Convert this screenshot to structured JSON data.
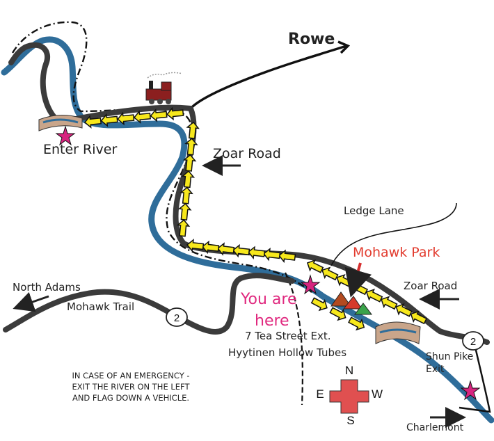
{
  "places": {
    "rowe": "Rowe",
    "enter_river": "Enter River",
    "zoar_road_top": "Zoar Road",
    "ledge_lane": "Ledge Lane",
    "mohawk_park": "Mohawk Park",
    "zoar_road_right": "Zoar Road",
    "north_adams": "North Adams",
    "mohawk_trail": "Mohawk Trail",
    "shun_pike_exit": "Shun Pike\nExit",
    "charlemont": "Charlemont"
  },
  "you_are_here": {
    "line1": "You are",
    "line2": "here",
    "address": "7 Tea Street Ext.",
    "business": "Hyytinen Hollow Tubes"
  },
  "route_shields": [
    "2",
    "2"
  ],
  "compass": {
    "n": "N",
    "s": "S",
    "e": "E",
    "w": "W"
  },
  "emergency_note": "IN CASE OF AN EMERGENCY -\nEXIT THE RIVER ON THE LEFT\nAND FLAG DOWN A VEHICLE.",
  "colors": {
    "river": "#2f6d9a",
    "road": "#3b3b3b",
    "route_arrow": "#f7e81c",
    "star": "#d6247f",
    "you_are_here": "#e0297f",
    "mohawk_park_label": "#e23b2e",
    "compass": "#e05050"
  }
}
